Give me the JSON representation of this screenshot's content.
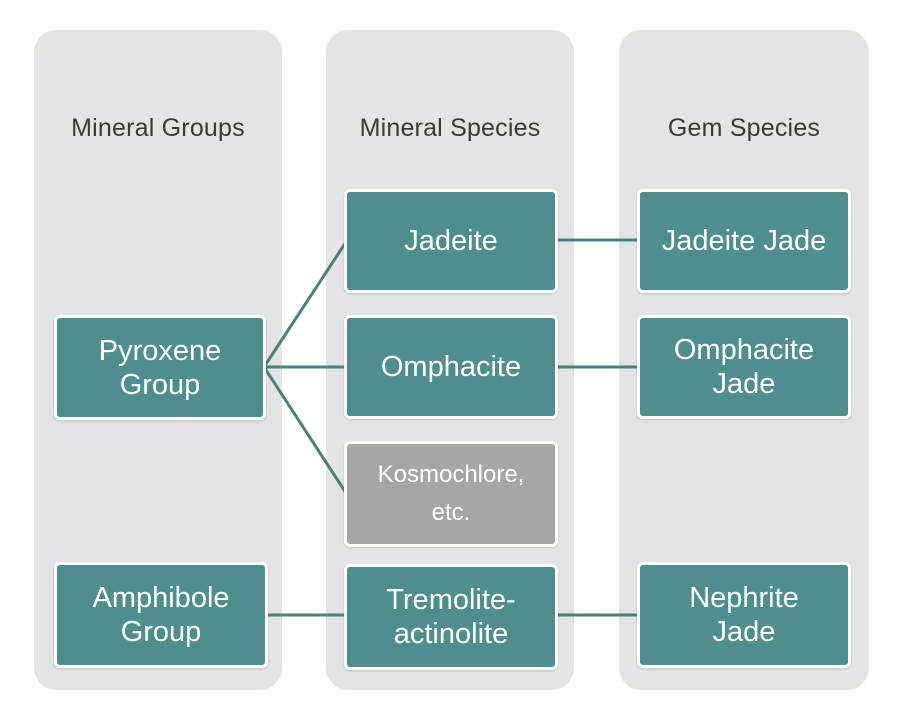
{
  "columns": {
    "groups": "Mineral Groups",
    "species": "Mineral Species",
    "gems": "Gem Species"
  },
  "nodes": {
    "pyroxene_group": "Pyroxene\nGroup",
    "amphibole_group": "Amphibole\nGroup",
    "jadeite": "Jadeite",
    "omphacite": "Omphacite",
    "kosmochlore": "Kosmochlore,\netc.",
    "tremolite_actinolite": "Tremolite-\nactinolite",
    "jadeite_jade": "Jadeite Jade",
    "omphacite_jade": "Omphacite\nJade",
    "nephrite_jade": "Nephrite\nJade"
  },
  "colors": {
    "node_fill": "#4e8e8c",
    "node_fill_gray": "#a6a6a6",
    "column_bg": "#e2e4e5",
    "connector": "#4e7f7d"
  }
}
